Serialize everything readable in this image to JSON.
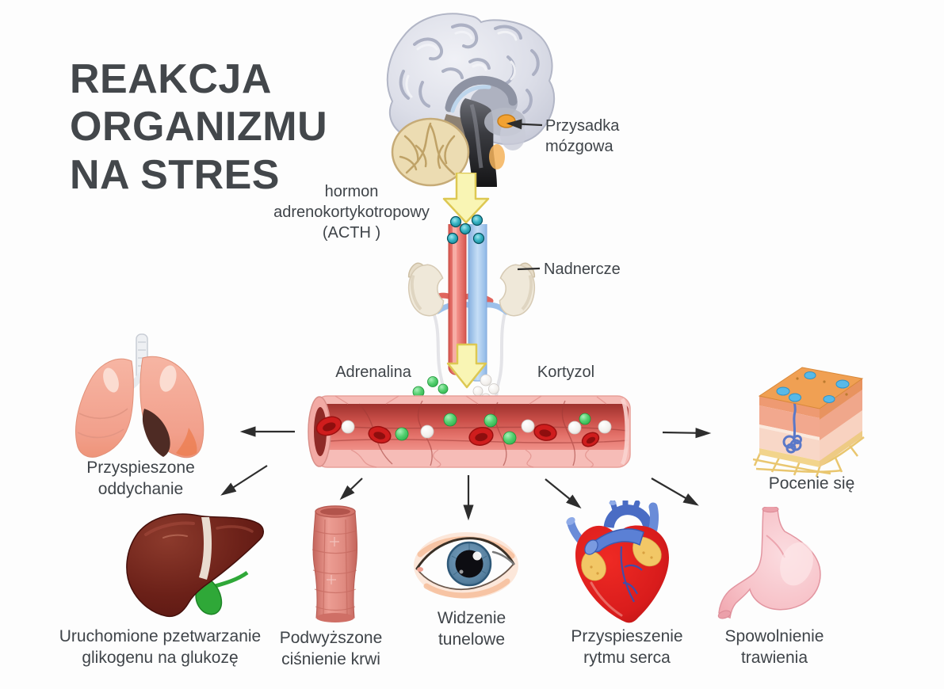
{
  "title": "REAKCJA ORGANIZMU NA STRES",
  "hpa_axis": {
    "pituitary_label": "Przysadka mózgowa",
    "acth_label": "hormon adrenokortykotropowy (ACTH )",
    "adrenal_label": "Nadnercze",
    "hormone_left": "Adrenalina",
    "hormone_right": "Kortyzol"
  },
  "effects": {
    "breathing": "Przyspieszone oddychanie",
    "sweating": "Pocenie się",
    "liver": "Uruchomione pzetwarzanie glikogenu na glukozę",
    "blood_pressure": "Podwyższone ciśnienie krwi",
    "vision": "Widzenie tunelowe",
    "heart_rate": "Przyspieszenie rytmu serca",
    "digestion": "Spowolnienie trawienia"
  },
  "colors": {
    "text": "#3f4449",
    "arrows": "#2d2d2d",
    "hormone_arrow": "#f8f4b0",
    "acth_molecule": "#0d7d8c",
    "adrenaline_molecule": "#3fc360",
    "cortisol_molecule": "#f3f1ef",
    "artery": "#e9716a",
    "vein": "#a9cdf0",
    "blood_vessel": "#e05a55"
  }
}
